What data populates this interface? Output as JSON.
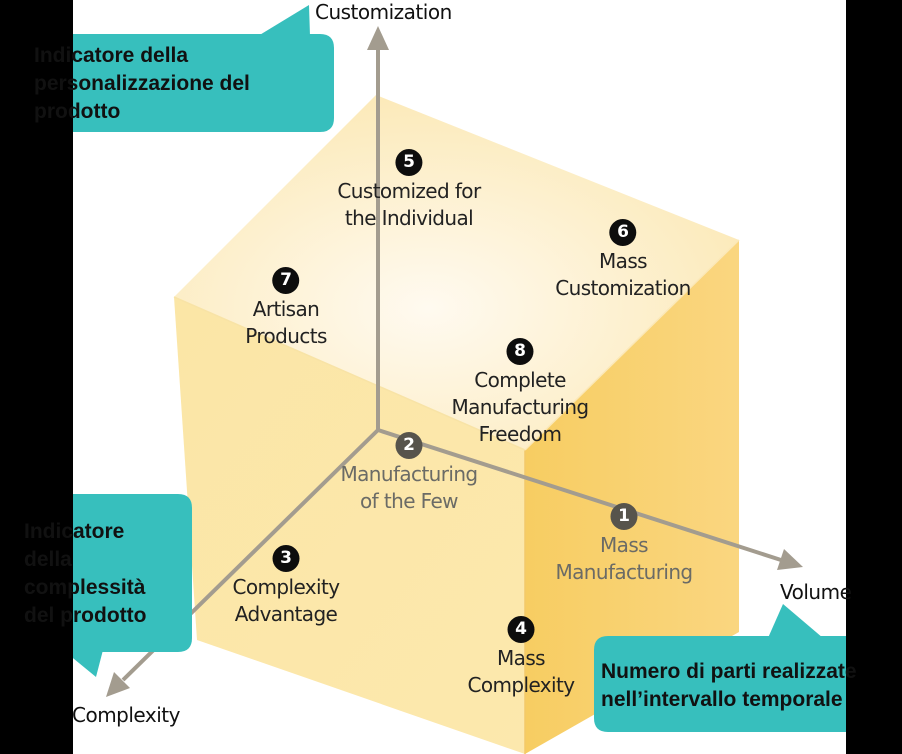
{
  "axes": {
    "customization": "Customization",
    "volume": "Volume",
    "complexity": "Complexity"
  },
  "nodes": [
    {
      "number": "1",
      "label_lines": [
        "Mass",
        "Manufacturing"
      ]
    },
    {
      "number": "2",
      "label_lines": [
        "Manufacturing",
        "of the Few"
      ]
    },
    {
      "number": "3",
      "label_lines": [
        "Complexity",
        "Advantage"
      ]
    },
    {
      "number": "4",
      "label_lines": [
        "Mass",
        "Complexity"
      ]
    },
    {
      "number": "5",
      "label_lines": [
        "Customized for",
        "the Individual"
      ]
    },
    {
      "number": "6",
      "label_lines": [
        "Mass",
        "Customization"
      ]
    },
    {
      "number": "7",
      "label_lines": [
        "Artisan",
        "Products"
      ]
    },
    {
      "number": "8",
      "label_lines": [
        "Complete",
        "Manufacturing",
        "Freedom"
      ]
    }
  ],
  "callouts": {
    "customization": {
      "lines": [
        "Indicatore della",
        "personalizzazione del",
        "prodotto"
      ]
    },
    "complexity": {
      "lines": [
        "Indicatore",
        "della",
        "complessità",
        "del prodotto"
      ]
    },
    "volume": {
      "lines": [
        "Numero di parti realizzate",
        "nell’intervallo temporale"
      ]
    }
  },
  "colors": {
    "callout_fill": "#37bfbd",
    "cube_top": "#fdeec2",
    "cube_front": "#fbe193",
    "cube_right": "#f8cf63",
    "axis": "#a39c8f",
    "badge": "#0d0d0d"
  }
}
